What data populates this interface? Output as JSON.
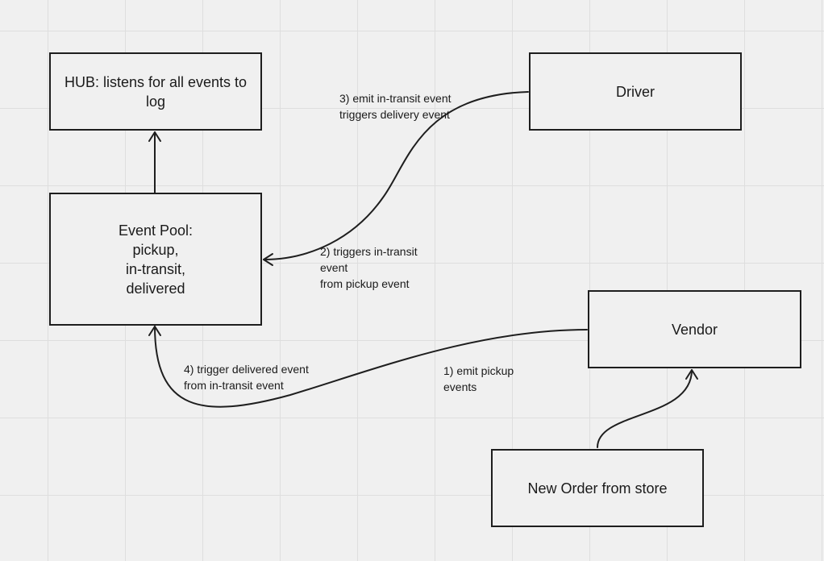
{
  "nodes": {
    "hub": "HUB: listens for all events to log",
    "driver": "Driver",
    "event_pool": "Event Pool:\npickup,\nin-transit,\ndelivered",
    "vendor": "Vendor",
    "new_order": "New Order from store"
  },
  "edges": {
    "emit_pickup": "1) emit pickup\nevents",
    "triggers_in_transit": "2) triggers in-transit\nevent\nfrom pickup event",
    "emit_in_transit": "3) emit in-transit event\ntriggers delivery event",
    "trigger_delivered": "4) trigger delivered event\nfrom in-transit event"
  },
  "colors": {
    "stroke": "#1e1e1e",
    "background": "#f0f0f0",
    "grid": "#dedede"
  }
}
